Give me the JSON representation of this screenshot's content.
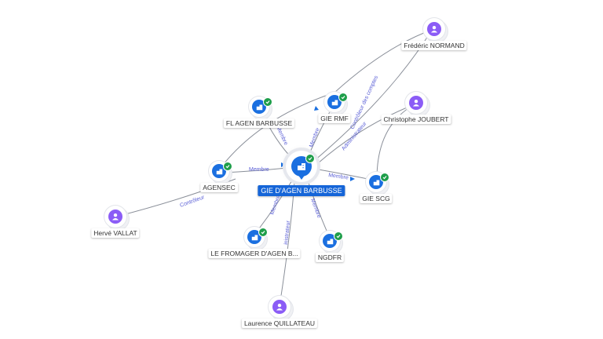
{
  "center": {
    "name": "GIE D'AGEN BARBUSSE",
    "icon": "building-icon"
  },
  "nodes": {
    "fl_agen": {
      "name": "FL AGEN BARBUSSE",
      "kind": "company",
      "icon": "building-icon"
    },
    "gie_rmf": {
      "name": "GIE RMF",
      "kind": "company",
      "icon": "building-icon"
    },
    "agensec": {
      "name": "AGENSEC",
      "kind": "company",
      "icon": "building-icon"
    },
    "gie_scg": {
      "name": "GIE SCG",
      "kind": "company",
      "icon": "building-icon"
    },
    "fromager": {
      "name": "LE FROMAGER D'AGEN B...",
      "kind": "company",
      "icon": "building-icon"
    },
    "ngdfr": {
      "name": "NGDFR",
      "kind": "company",
      "icon": "building-icon"
    },
    "normand": {
      "name": "Frédéric NORMAND",
      "kind": "person",
      "icon": "person-icon"
    },
    "joubert": {
      "name": "Christophe JOUBERT",
      "kind": "person",
      "icon": "person-icon"
    },
    "vallat": {
      "name": "Hervé VALLAT",
      "kind": "person",
      "icon": "person-icon"
    },
    "quillateau": {
      "name": "Laurence QUILLATEAU",
      "kind": "person",
      "icon": "person-icon"
    }
  },
  "edge_labels": {
    "fl_agen": "Membre",
    "gie_rmf": "Membre",
    "agensec": "Membre",
    "gie_scg": "Membre",
    "fromager": "Membre",
    "ngdfr": "Membre",
    "normand": "Contrôleur des comptes",
    "joubert": "Administrateur",
    "vallat": "Contrôleur",
    "quillateau": "inistrateur"
  },
  "colors": {
    "company": "#1a6fe0",
    "person": "#8b5cf6",
    "verified": "#1e9e4a",
    "edge_label": "#5a5fd6",
    "center_label_bg": "#1565d8"
  }
}
